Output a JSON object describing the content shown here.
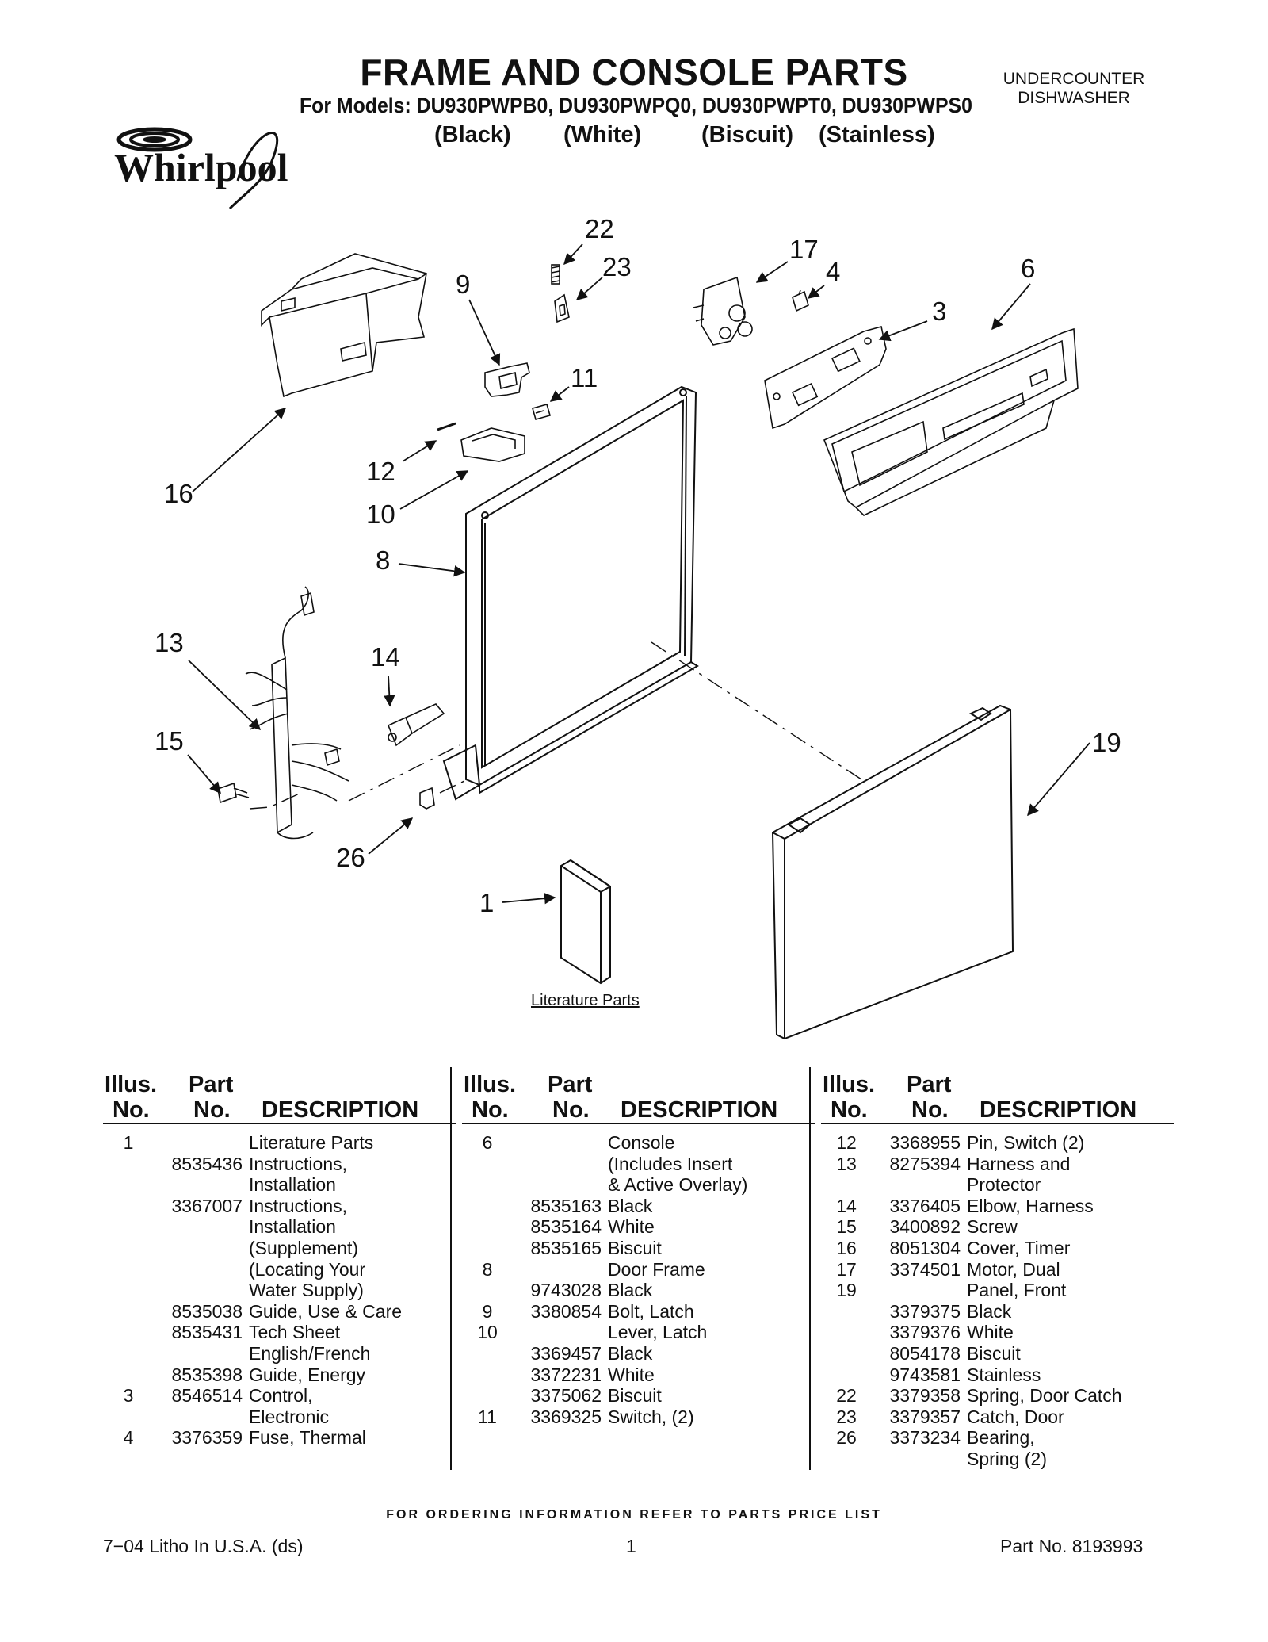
{
  "header": {
    "title": "FRAME AND CONSOLE PARTS",
    "models_line": "For Models: DU930PWPB0, DU930PWPQ0, DU930PWPT0, DU930PWPS0",
    "finishes": [
      "(Black)",
      "(White)",
      "(Biscuit)",
      "(Stainless)"
    ],
    "doc_type_line1": "UNDERCOUNTER",
    "doc_type_line2": "DISHWASHER",
    "brand": "Whirlpool"
  },
  "diagram": {
    "callouts": [
      "22",
      "23",
      "17",
      "4",
      "6",
      "9",
      "3",
      "11",
      "16",
      "12",
      "10",
      "8",
      "13",
      "14",
      "15",
      "19",
      "26",
      "1"
    ],
    "literature_label": "Literature Parts"
  },
  "table_headers": {
    "illus_line1": "Illus.",
    "illus_line2": "No.",
    "part_line1": "Part",
    "part_line2": "No.",
    "description": "DESCRIPTION"
  },
  "parts_columns": [
    [
      {
        "illus": "1",
        "part": "",
        "desc": "Literature Parts"
      },
      {
        "illus": "",
        "part": "8535436",
        "desc": "Instructions,"
      },
      {
        "illus": "",
        "part": "",
        "desc": "Installation"
      },
      {
        "illus": "",
        "part": "3367007",
        "desc": "Instructions,"
      },
      {
        "illus": "",
        "part": "",
        "desc": "Installation"
      },
      {
        "illus": "",
        "part": "",
        "desc": "(Supplement)"
      },
      {
        "illus": "",
        "part": "",
        "desc": "(Locating Your"
      },
      {
        "illus": "",
        "part": "",
        "desc": " Water Supply)"
      },
      {
        "illus": "",
        "part": "8535038",
        "desc": "Guide, Use & Care"
      },
      {
        "illus": "",
        "part": "8535431",
        "desc": "Tech Sheet"
      },
      {
        "illus": "",
        "part": "",
        "desc": "English/French"
      },
      {
        "illus": "",
        "part": "8535398",
        "desc": "Guide, Energy"
      },
      {
        "illus": "3",
        "part": "8546514",
        "desc": "Control,"
      },
      {
        "illus": "",
        "part": "",
        "desc": "Electronic"
      },
      {
        "illus": "4",
        "part": "3376359",
        "desc": "Fuse, Thermal"
      }
    ],
    [
      {
        "illus": "6",
        "part": "",
        "desc": "Console"
      },
      {
        "illus": "",
        "part": "",
        "desc": "(Includes Insert"
      },
      {
        "illus": "",
        "part": "",
        "desc": "& Active Overlay)"
      },
      {
        "illus": "",
        "part": "8535163",
        "desc": "Black"
      },
      {
        "illus": "",
        "part": "8535164",
        "desc": "White"
      },
      {
        "illus": "",
        "part": "8535165",
        "desc": "Biscuit"
      },
      {
        "illus": "8",
        "part": "",
        "desc": "Door Frame"
      },
      {
        "illus": "",
        "part": "9743028",
        "desc": "Black"
      },
      {
        "illus": "9",
        "part": "3380854",
        "desc": "Bolt, Latch"
      },
      {
        "illus": "10",
        "part": "",
        "desc": "Lever, Latch"
      },
      {
        "illus": "",
        "part": "3369457",
        "desc": "Black"
      },
      {
        "illus": "",
        "part": "3372231",
        "desc": "White"
      },
      {
        "illus": "",
        "part": "3375062",
        "desc": "Biscuit"
      },
      {
        "illus": "11",
        "part": "3369325",
        "desc": "Switch, (2)"
      }
    ],
    [
      {
        "illus": "12",
        "part": "3368955",
        "desc": "Pin, Switch (2)"
      },
      {
        "illus": "13",
        "part": "8275394",
        "desc": "Harness and"
      },
      {
        "illus": "",
        "part": "",
        "desc": "Protector"
      },
      {
        "illus": "14",
        "part": "3376405",
        "desc": "Elbow, Harness"
      },
      {
        "illus": "15",
        "part": "3400892",
        "desc": "Screw"
      },
      {
        "illus": "16",
        "part": "8051304",
        "desc": "Cover, Timer"
      },
      {
        "illus": "17",
        "part": "3374501",
        "desc": "Motor, Dual"
      },
      {
        "illus": "19",
        "part": "",
        "desc": "Panel, Front"
      },
      {
        "illus": "",
        "part": "3379375",
        "desc": "Black"
      },
      {
        "illus": "",
        "part": "3379376",
        "desc": "White"
      },
      {
        "illus": "",
        "part": "8054178",
        "desc": "Biscuit"
      },
      {
        "illus": "",
        "part": "9743581",
        "desc": "Stainless"
      },
      {
        "illus": "22",
        "part": "3379358",
        "desc": "Spring, Door Catch"
      },
      {
        "illus": "23",
        "part": "3379357",
        "desc": "Catch, Door"
      },
      {
        "illus": "26",
        "part": "3373234",
        "desc": "Bearing,"
      },
      {
        "illus": "",
        "part": "",
        "desc": "Spring (2)"
      }
    ]
  ],
  "footer": {
    "note": "FOR ORDERING INFORMATION REFER TO PARTS PRICE LIST",
    "left": "7−04 Litho In U.S.A. (ds)",
    "page": "1",
    "right": "Part No. 8193993"
  }
}
